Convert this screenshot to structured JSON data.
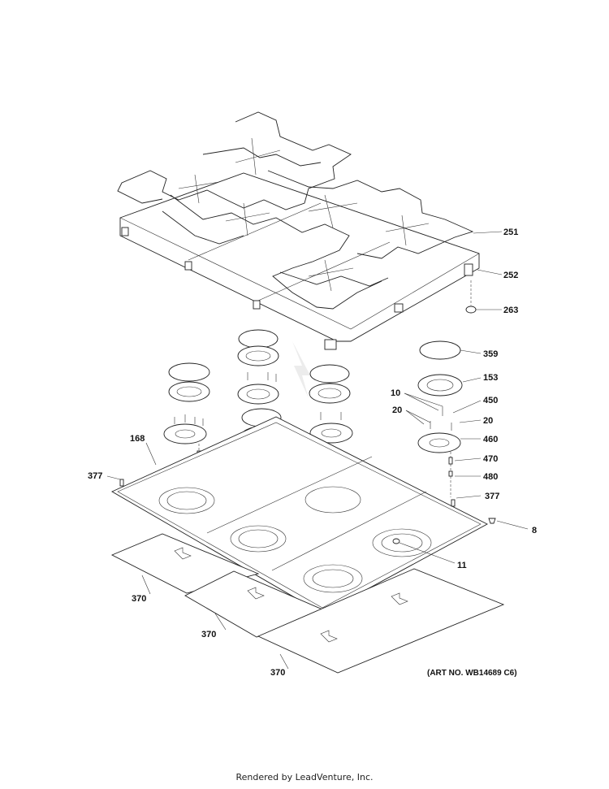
{
  "labels": {
    "l251": "251",
    "l252": "252",
    "l263": "263",
    "l359": "359",
    "l153": "153",
    "l10": "10",
    "l450": "450",
    "l20a": "20",
    "l20b": "20",
    "l460": "460",
    "l470": "470",
    "l480": "480",
    "l377a": "377",
    "l377b": "377",
    "l8": "8",
    "l168": "168",
    "l11": "11",
    "l370a": "370",
    "l370b": "370",
    "l370c": "370"
  },
  "art_number": "(ART NO. WB14689 C6)",
  "footer": "Rendered by LeadVenture, Inc."
}
